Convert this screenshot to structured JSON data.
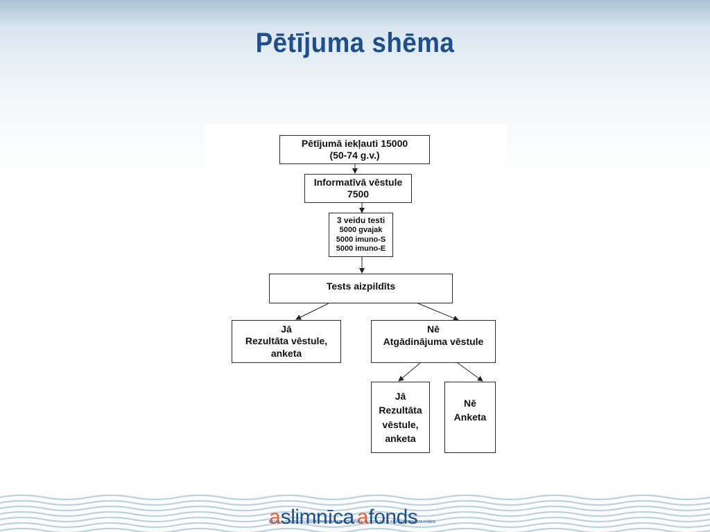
{
  "slide": {
    "title": "Pētījuma shēma"
  },
  "flowchart": {
    "nodes": {
      "included": {
        "line1": "Pētījumā iekļauti  15000",
        "line2": "(50-74 g.v.)"
      },
      "letter": {
        "line1": "Informatīvā vēstule",
        "line2": "7500"
      },
      "tests": {
        "line1": "3 veidu testi",
        "line2": "5000 gvajak",
        "line3": "5000 imuno-S",
        "line4": "5000 imuno-E"
      },
      "completed": {
        "line1": "Tests aizpildīts"
      },
      "yes": {
        "line1": "Jā",
        "line2": "Rezultāta vēstule,",
        "line3": "anketa"
      },
      "no": {
        "line1": "Nē",
        "line2": "Atgādinājuma  vēstule"
      },
      "yes2": {
        "line1": "Jā",
        "line2": "Rezultāta",
        "line3": "vēstule,",
        "line4": "anketa"
      },
      "no2": {
        "line1": "Nē",
        "line2": "Anketa"
      }
    }
  },
  "footer": {
    "logo_left_letter": "a",
    "logo_left_word": "slimnīca",
    "logo_right_letter": "a",
    "logo_right_word": "fonds",
    "logo_subtitle": "RĪGAS AUSTRUMU KLĪNISKĀ UNIVERSITĀTES SLIMNĪCA · AUSTRUMU SLIMNĪCAS ATBALSTA FONDS"
  },
  "colors": {
    "title": "#1f4e8a",
    "logo_accent": "#e8603c",
    "logo_blue": "#1e4f88"
  }
}
